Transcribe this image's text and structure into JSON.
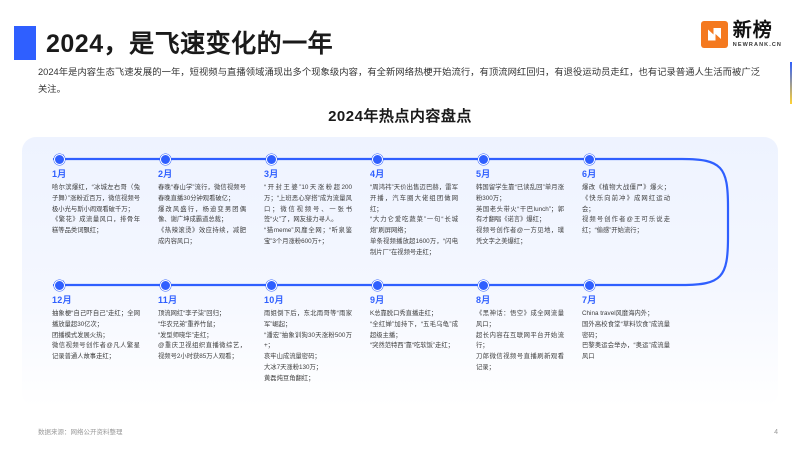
{
  "header": {
    "title": "2024，是飞速变化的一年",
    "intro": "2024年是内容生态飞速发展的一年，短视频与直播领域涌现出多个现象级内容，有全新网络热梗开始流行，有顶流网红回归，有退役运动员走红，也有记录普通人生活而被广泛关注。",
    "logo_cn": "新榜",
    "logo_en": "NEWRANK.CN",
    "accent_color": "#2f5fff",
    "logo_color": "#f4791f"
  },
  "section": {
    "title": "2024年热点内容盘点"
  },
  "timeline": {
    "top_row": [
      {
        "month": "1月",
        "body": "哈尔滨爆红，“冰城左右哥（兔子舞）”涨粉近百万，微信视频号极小光与斯小闹观看破千万；\n《繁花》成流量风口，排骨年糕等品类词飘红；"
      },
      {
        "month": "2月",
        "body": "春晚“春山学”流行，微信视频号春晚直播30分钟观看破亿；\n爆改风盛行，杨迪变男团偶像、谢广坤成霸道总裁；\n《热辣滚烫》效应持续，减肥成内容风口；"
      },
      {
        "month": "3月",
        "body": "“开封王婆”10天涨粉超200万；“上班恶心穿搭”成为流量风口；微信视频号、一张书签“火”了，网友接力寻人。\n“猫meme”风靡全网；“听泉鉴宝”3个月涨粉600万+；"
      },
      {
        "month": "4月",
        "body": "“周鸿祎”天价出售迈巴赫，雷军开播，汽车圈大佬组团做网红；\n“大力仑爱吃蔬菜”一句“长城炮”刷屏网络；\n单条视频播放超1600万，“闪电制片厂”在视频号走红；"
      },
      {
        "month": "5月",
        "body": "韩国留学生靠“已读乱回”单月涨粉300万；\n英国老头带火“干巴lunch”；郭有才翻唱《诺言》爆红；\n视频号创作者@一方见地，璞凭文字之美爆红；"
      },
      {
        "month": "6月",
        "body": "爆改《植物大战僵尸》爆火；《快乐向前冲》成网红运动会；\n视频号创作者@王可乐说走红；“偷感”开始流行；"
      }
    ],
    "bottom_row": [
      {
        "month": "12月",
        "body": "抽象梗“自己吓自己”走红；全网播放量超30亿次；\n团播模式发展火热；\n微信视频号创作者@凡人繁星记录普通人故事走红；"
      },
      {
        "month": "11月",
        "body": "顶流网红“李子柒”回归；\n“华农兄弟”重养竹鼠；\n“发型师晓华”走红；\n@重庆卫视组织直播微综艺，视频号2小时获85万人观看；"
      },
      {
        "month": "10月",
        "body": "雨姐倒下后，东北雨哥等“雨家军”崛起；\n“潘宏”抽象训狗30天涨粉500万+；\n哀牢山成流量密码；\n大冰7天涨粉130万；\n黄磊炖豆角翻红；"
      },
      {
        "month": "9月",
        "body": "K总靠脱口秀直播走红；\n“全红婵”加持下，“五毛乌龟”成超级主播；\n“突然范特西”靠“吃软饭”走红；"
      },
      {
        "month": "8月",
        "body": "《黑神话：悟空》成全网流量风口；\n超长内容在互联网平台开始流行；\n刀郎微信视频号直播刷新观看记录；"
      },
      {
        "month": "7月",
        "body": "China travel风靡海内外；\n国外高校食堂“草料饮食”成流量密码；\n巴黎奥运会举办，“奥运”成流量风口"
      }
    ]
  },
  "footer": {
    "source": "数据来源：网络公开资料整理",
    "page": "4"
  }
}
